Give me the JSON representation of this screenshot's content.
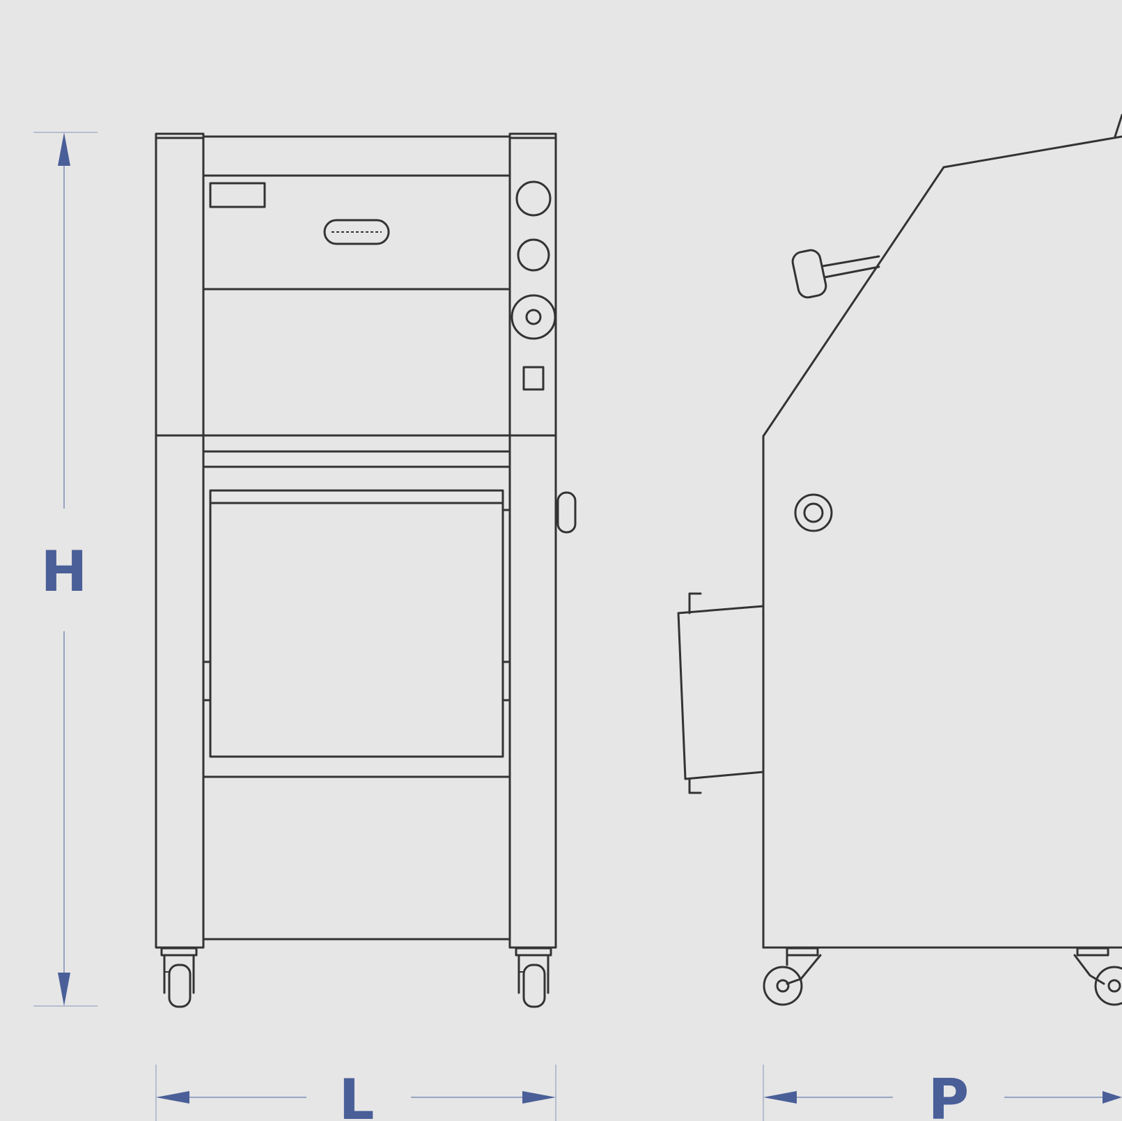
{
  "dimensions": {
    "height_label": "H",
    "width_label": "L",
    "depth_label": "P"
  },
  "colors": {
    "background": "#e6e6e6",
    "line": "#333333",
    "dimension": "#4a5f98"
  }
}
